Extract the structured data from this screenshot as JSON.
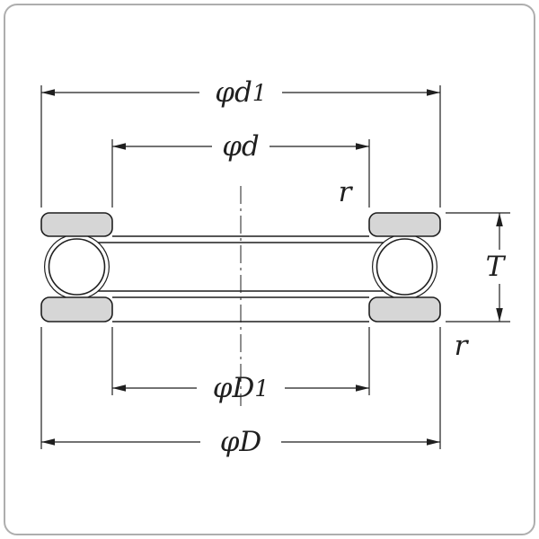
{
  "labels": {
    "dim_d1": {
      "text": "φd",
      "sub": "1"
    },
    "dim_d": {
      "text": "φd",
      "sub": ""
    },
    "dim_D1": {
      "text": "φD",
      "sub": "1"
    },
    "dim_D": {
      "text": "φD",
      "sub": ""
    },
    "thickness": {
      "text": "T"
    },
    "radius_top": {
      "text": "r"
    },
    "radius_bottom": {
      "text": "r"
    }
  },
  "colors": {
    "line": "#1f1f1f",
    "washer_fill": "#d6d6d6",
    "frame_border": "#aeaeae",
    "background": "#ffffff"
  }
}
